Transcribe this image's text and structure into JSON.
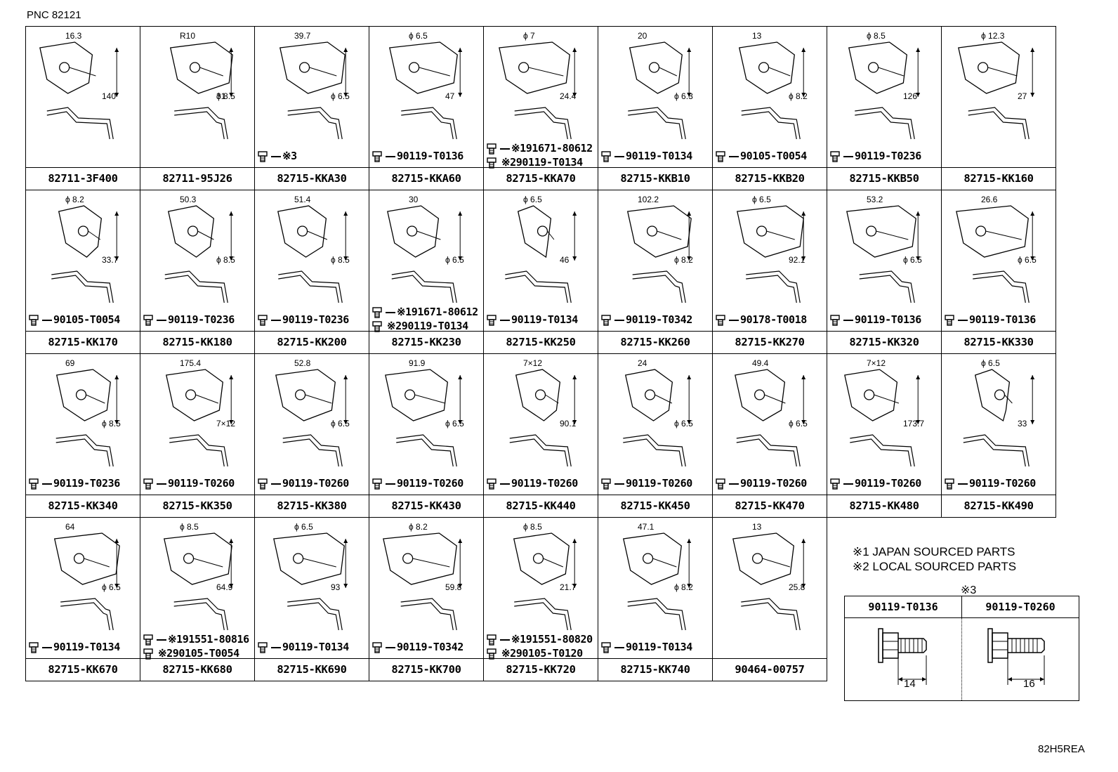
{
  "pnc": "PNC 82121",
  "code_bottom": "82H5REA",
  "cells": [
    {
      "part": "82711-3F400",
      "bolt": "",
      "dims": [
        "16.3",
        "140"
      ]
    },
    {
      "part": "82711-95J26",
      "bolt": "",
      "dims": [
        "R10",
        "ϕ 8.5",
        "31"
      ]
    },
    {
      "part": "82715-KKA30",
      "bolt": "※3",
      "dims": [
        "39.7",
        "ϕ 6.5"
      ]
    },
    {
      "part": "82715-KKA60",
      "bolt": "90119-T0136",
      "dims": [
        "ϕ 6.5",
        "47"
      ]
    },
    {
      "part": "82715-KKA70",
      "bolt": "※191671-80612",
      "bolt2": "※290119-T0134",
      "dims": [
        "ϕ 7",
        "24.4"
      ]
    },
    {
      "part": "82715-KKB10",
      "bolt": "90119-T0134",
      "dims": [
        "20",
        "ϕ 6.3"
      ]
    },
    {
      "part": "82715-KKB20",
      "bolt": "90105-T0054",
      "dims": [
        "13",
        "ϕ 8.2"
      ]
    },
    {
      "part": "82715-KKB50",
      "bolt": "90119-T0236",
      "dims": [
        "ϕ 8.5",
        "126"
      ]
    },
    {
      "part": "82715-KK160",
      "bolt": "",
      "dims": [
        "ϕ 12.3",
        "27"
      ]
    },
    {
      "part": "82715-KK170",
      "bolt": "90105-T0054",
      "dims": [
        "ϕ 8.2",
        "33.7"
      ]
    },
    {
      "part": "82715-KK180",
      "bolt": "90119-T0236",
      "dims": [
        "50.3",
        "ϕ 8.5"
      ]
    },
    {
      "part": "82715-KK200",
      "bolt": "90119-T0236",
      "dims": [
        "51.4",
        "ϕ 8.5"
      ]
    },
    {
      "part": "82715-KK230",
      "bolt": "※191671-80612",
      "bolt2": "※290119-T0134",
      "dims": [
        "30",
        "ϕ 6.5"
      ]
    },
    {
      "part": "82715-KK250",
      "bolt": "90119-T0134",
      "dims": [
        "ϕ 6.5",
        "46"
      ]
    },
    {
      "part": "82715-KK260",
      "bolt": "90119-T0342",
      "dims": [
        "102.2",
        "ϕ 8.2"
      ]
    },
    {
      "part": "82715-KK270",
      "bolt": "90178-T0018",
      "dims": [
        "ϕ 6.5",
        "92.1"
      ]
    },
    {
      "part": "82715-KK320",
      "bolt": "90119-T0136",
      "dims": [
        "53.2",
        "ϕ 6.5"
      ]
    },
    {
      "part": "82715-KK330",
      "bolt": "90119-T0136",
      "dims": [
        "26.6",
        "ϕ 6.5"
      ]
    },
    {
      "part": "82715-KK340",
      "bolt": "90119-T0236",
      "dims": [
        "69",
        "ϕ 8.5"
      ]
    },
    {
      "part": "82715-KK350",
      "bolt": "90119-T0260",
      "dims": [
        "175.4",
        "7×12"
      ]
    },
    {
      "part": "82715-KK380",
      "bolt": "90119-T0260",
      "dims": [
        "52.8",
        "ϕ 6.5"
      ]
    },
    {
      "part": "82715-KK430",
      "bolt": "90119-T0260",
      "dims": [
        "91.9",
        "ϕ 6.5"
      ]
    },
    {
      "part": "82715-KK440",
      "bolt": "90119-T0260",
      "dims": [
        "7×12",
        "90.1"
      ]
    },
    {
      "part": "82715-KK450",
      "bolt": "90119-T0260",
      "dims": [
        "24",
        "ϕ 6.5"
      ]
    },
    {
      "part": "82715-KK470",
      "bolt": "90119-T0260",
      "dims": [
        "49.4",
        "ϕ 6.5"
      ]
    },
    {
      "part": "82715-KK480",
      "bolt": "90119-T0260",
      "dims": [
        "7×12",
        "173.7"
      ]
    },
    {
      "part": "82715-KK490",
      "bolt": "90119-T0260",
      "dims": [
        "ϕ 6.5",
        "33"
      ]
    },
    {
      "part": "82715-KK670",
      "bolt": "90119-T0134",
      "dims": [
        "64",
        "ϕ 6.5"
      ]
    },
    {
      "part": "82715-KK680",
      "bolt": "※191551-80816",
      "bolt2": "※290105-T0054",
      "dims": [
        "ϕ 8.5",
        "64.9"
      ]
    },
    {
      "part": "82715-KK690",
      "bolt": "90119-T0134",
      "dims": [
        "ϕ 6.5",
        "93"
      ]
    },
    {
      "part": "82715-KK700",
      "bolt": "90119-T0342",
      "dims": [
        "ϕ 8.2",
        "59.8"
      ]
    },
    {
      "part": "82715-KK720",
      "bolt": "※191551-80820",
      "bolt2": "※290105-T0120",
      "dims": [
        "ϕ 8.5",
        "21.7"
      ]
    },
    {
      "part": "82715-KK740",
      "bolt": "90119-T0134",
      "dims": [
        "47.1",
        "ϕ 8.2"
      ]
    },
    {
      "part": "90464-00757",
      "bolt": "",
      "dims": [
        "13",
        "25.8"
      ]
    }
  ],
  "legend": {
    "line1": "※1 JAPAN SOURCED PARTS",
    "line2": "※2 LOCAL SOURCED PARTS",
    "note": "※3",
    "bolt1_part": "90119-T0136",
    "bolt1_len": "14",
    "bolt2_part": "90119-T0260",
    "bolt2_len": "16"
  }
}
